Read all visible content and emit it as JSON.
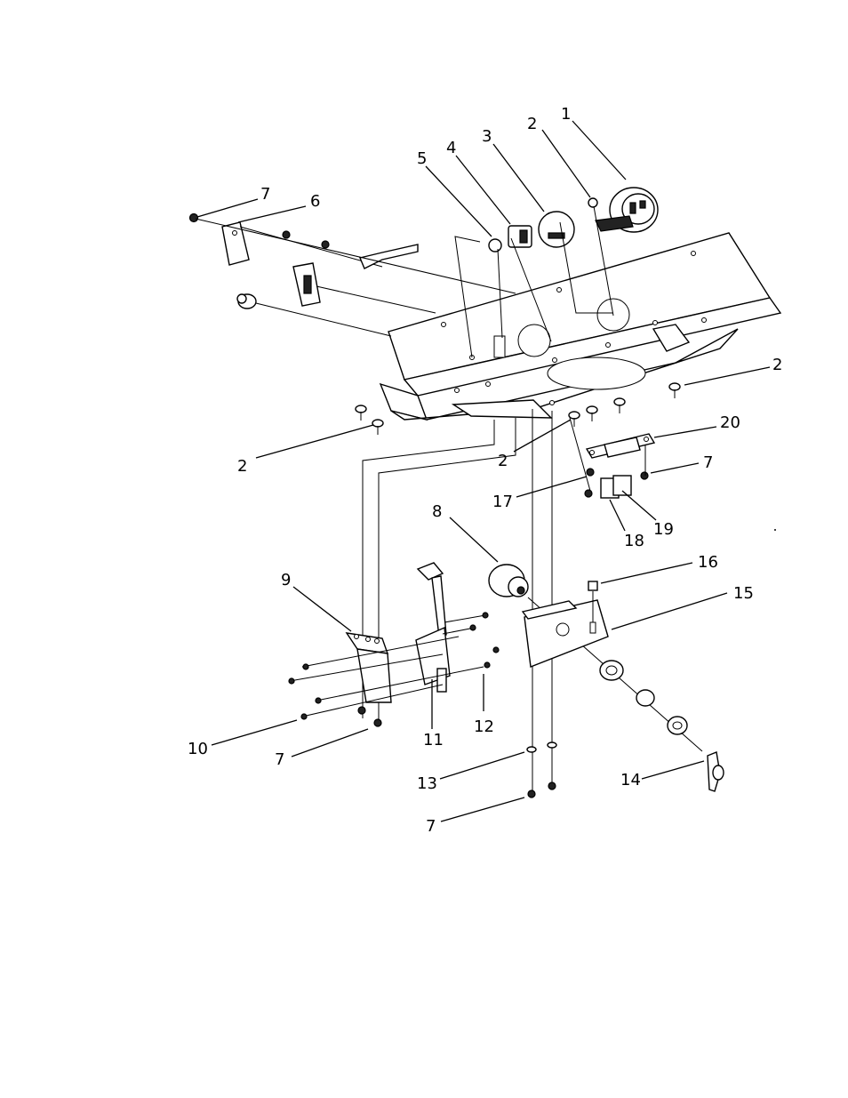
{
  "callouts": [
    {
      "id": "c1",
      "label": "1"
    },
    {
      "id": "c2a",
      "label": "2"
    },
    {
      "id": "c3",
      "label": "3"
    },
    {
      "id": "c4",
      "label": "4"
    },
    {
      "id": "c5",
      "label": "5"
    },
    {
      "id": "c6",
      "label": "6"
    },
    {
      "id": "c7a",
      "label": "7"
    },
    {
      "id": "c2b",
      "label": "2"
    },
    {
      "id": "c20",
      "label": "20"
    },
    {
      "id": "c2c",
      "label": "2"
    },
    {
      "id": "c2d",
      "label": "2"
    },
    {
      "id": "c7b",
      "label": "7"
    },
    {
      "id": "c17",
      "label": "17"
    },
    {
      "id": "c19",
      "label": "19"
    },
    {
      "id": "c18",
      "label": "18"
    },
    {
      "id": "c8",
      "label": "8"
    },
    {
      "id": "c16",
      "label": "16"
    },
    {
      "id": "c15",
      "label": "15"
    },
    {
      "id": "c9",
      "label": "9"
    },
    {
      "id": "c10",
      "label": "10"
    },
    {
      "id": "c7c",
      "label": "7"
    },
    {
      "id": "c11",
      "label": "11"
    },
    {
      "id": "c12",
      "label": "12"
    },
    {
      "id": "c13",
      "label": "13"
    },
    {
      "id": "c7d",
      "label": "7"
    },
    {
      "id": "c14",
      "label": "14"
    }
  ]
}
